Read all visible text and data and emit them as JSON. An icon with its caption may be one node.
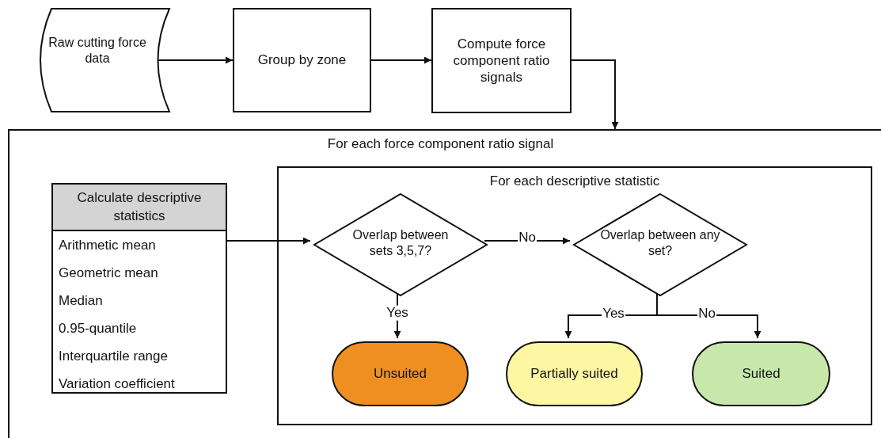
{
  "diagram": {
    "nodes": [
      {
        "text": [
          "Raw cutting force data"
        ]
      },
      {
        "text": [
          "Group by zone"
        ]
      },
      {
        "text": [
          "Compute force component ratio signals"
        ]
      },
      {
        "text": [
          "For each force component ratio signal"
        ]
      },
      {
        "text": [
          "Calculate descriptive statistics",
          "Arithmetic mean",
          "Geometric mean",
          "Median",
          "0.95-quantile",
          "Interquartile range",
          "Variation coefficient"
        ],
        "in": 3
      },
      {
        "text": [
          "For each descriptive statistic"
        ],
        "in": 3
      },
      {
        "text": [
          "Overlap between sets 3,5,7?"
        ],
        "in": 5
      },
      {
        "text": [
          "Overlap between any set?"
        ],
        "in": 5
      },
      {
        "text": [
          "Unsuited"
        ],
        "in": 5
      },
      {
        "text": [
          "Partially suited"
        ],
        "in": 5
      },
      {
        "text": [
          "Suited"
        ],
        "in": 5
      }
    ],
    "edges": [
      {
        "from": 0,
        "to": 1,
        "arrow": "to"
      },
      {
        "from": 1,
        "to": 2,
        "arrow": "to"
      },
      {
        "from": 2,
        "to": 3,
        "arrow": "to"
      },
      {
        "from": 4,
        "to": 6,
        "arrow": "to"
      },
      {
        "from": 6,
        "to": 7,
        "arrow": "to",
        "label": "No"
      },
      {
        "from": 6,
        "to": 8,
        "arrow": "to",
        "label": "Yes"
      },
      {
        "from": 7,
        "to": 9,
        "arrow": "to",
        "label": "Yes"
      },
      {
        "from": 7,
        "to": 10,
        "arrow": "to",
        "label": "No"
      }
    ]
  }
}
